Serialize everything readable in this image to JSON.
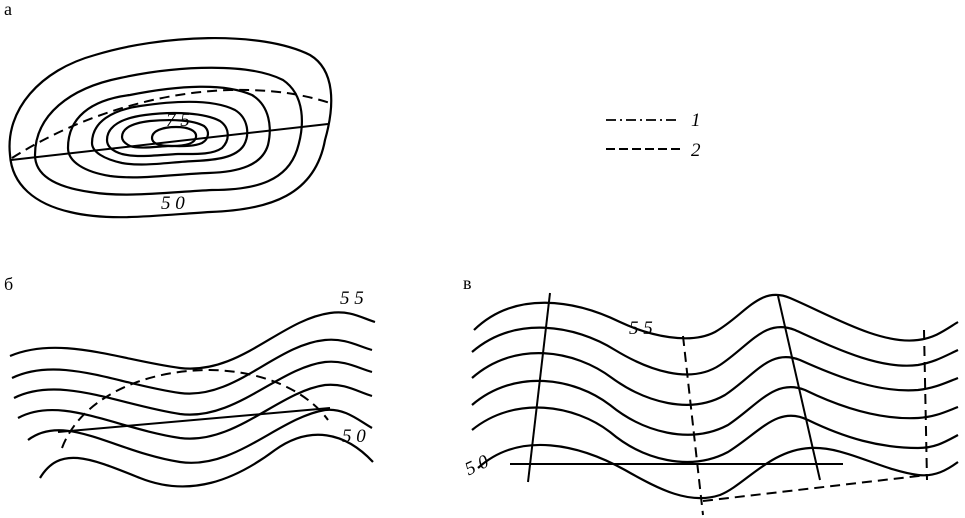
{
  "panels": {
    "a": {
      "label": "а",
      "contour_labels": [
        "7 5",
        "5 0"
      ]
    },
    "b": {
      "label": "б",
      "contour_labels": [
        "5 5",
        "5 0"
      ]
    },
    "v": {
      "label": "в",
      "contour_labels": [
        "5 5",
        "5 0"
      ]
    }
  },
  "legend": [
    {
      "id": "1",
      "text": "1",
      "line_style": "dash-dot"
    },
    {
      "id": "2",
      "text": "2",
      "line_style": "dashed"
    }
  ]
}
